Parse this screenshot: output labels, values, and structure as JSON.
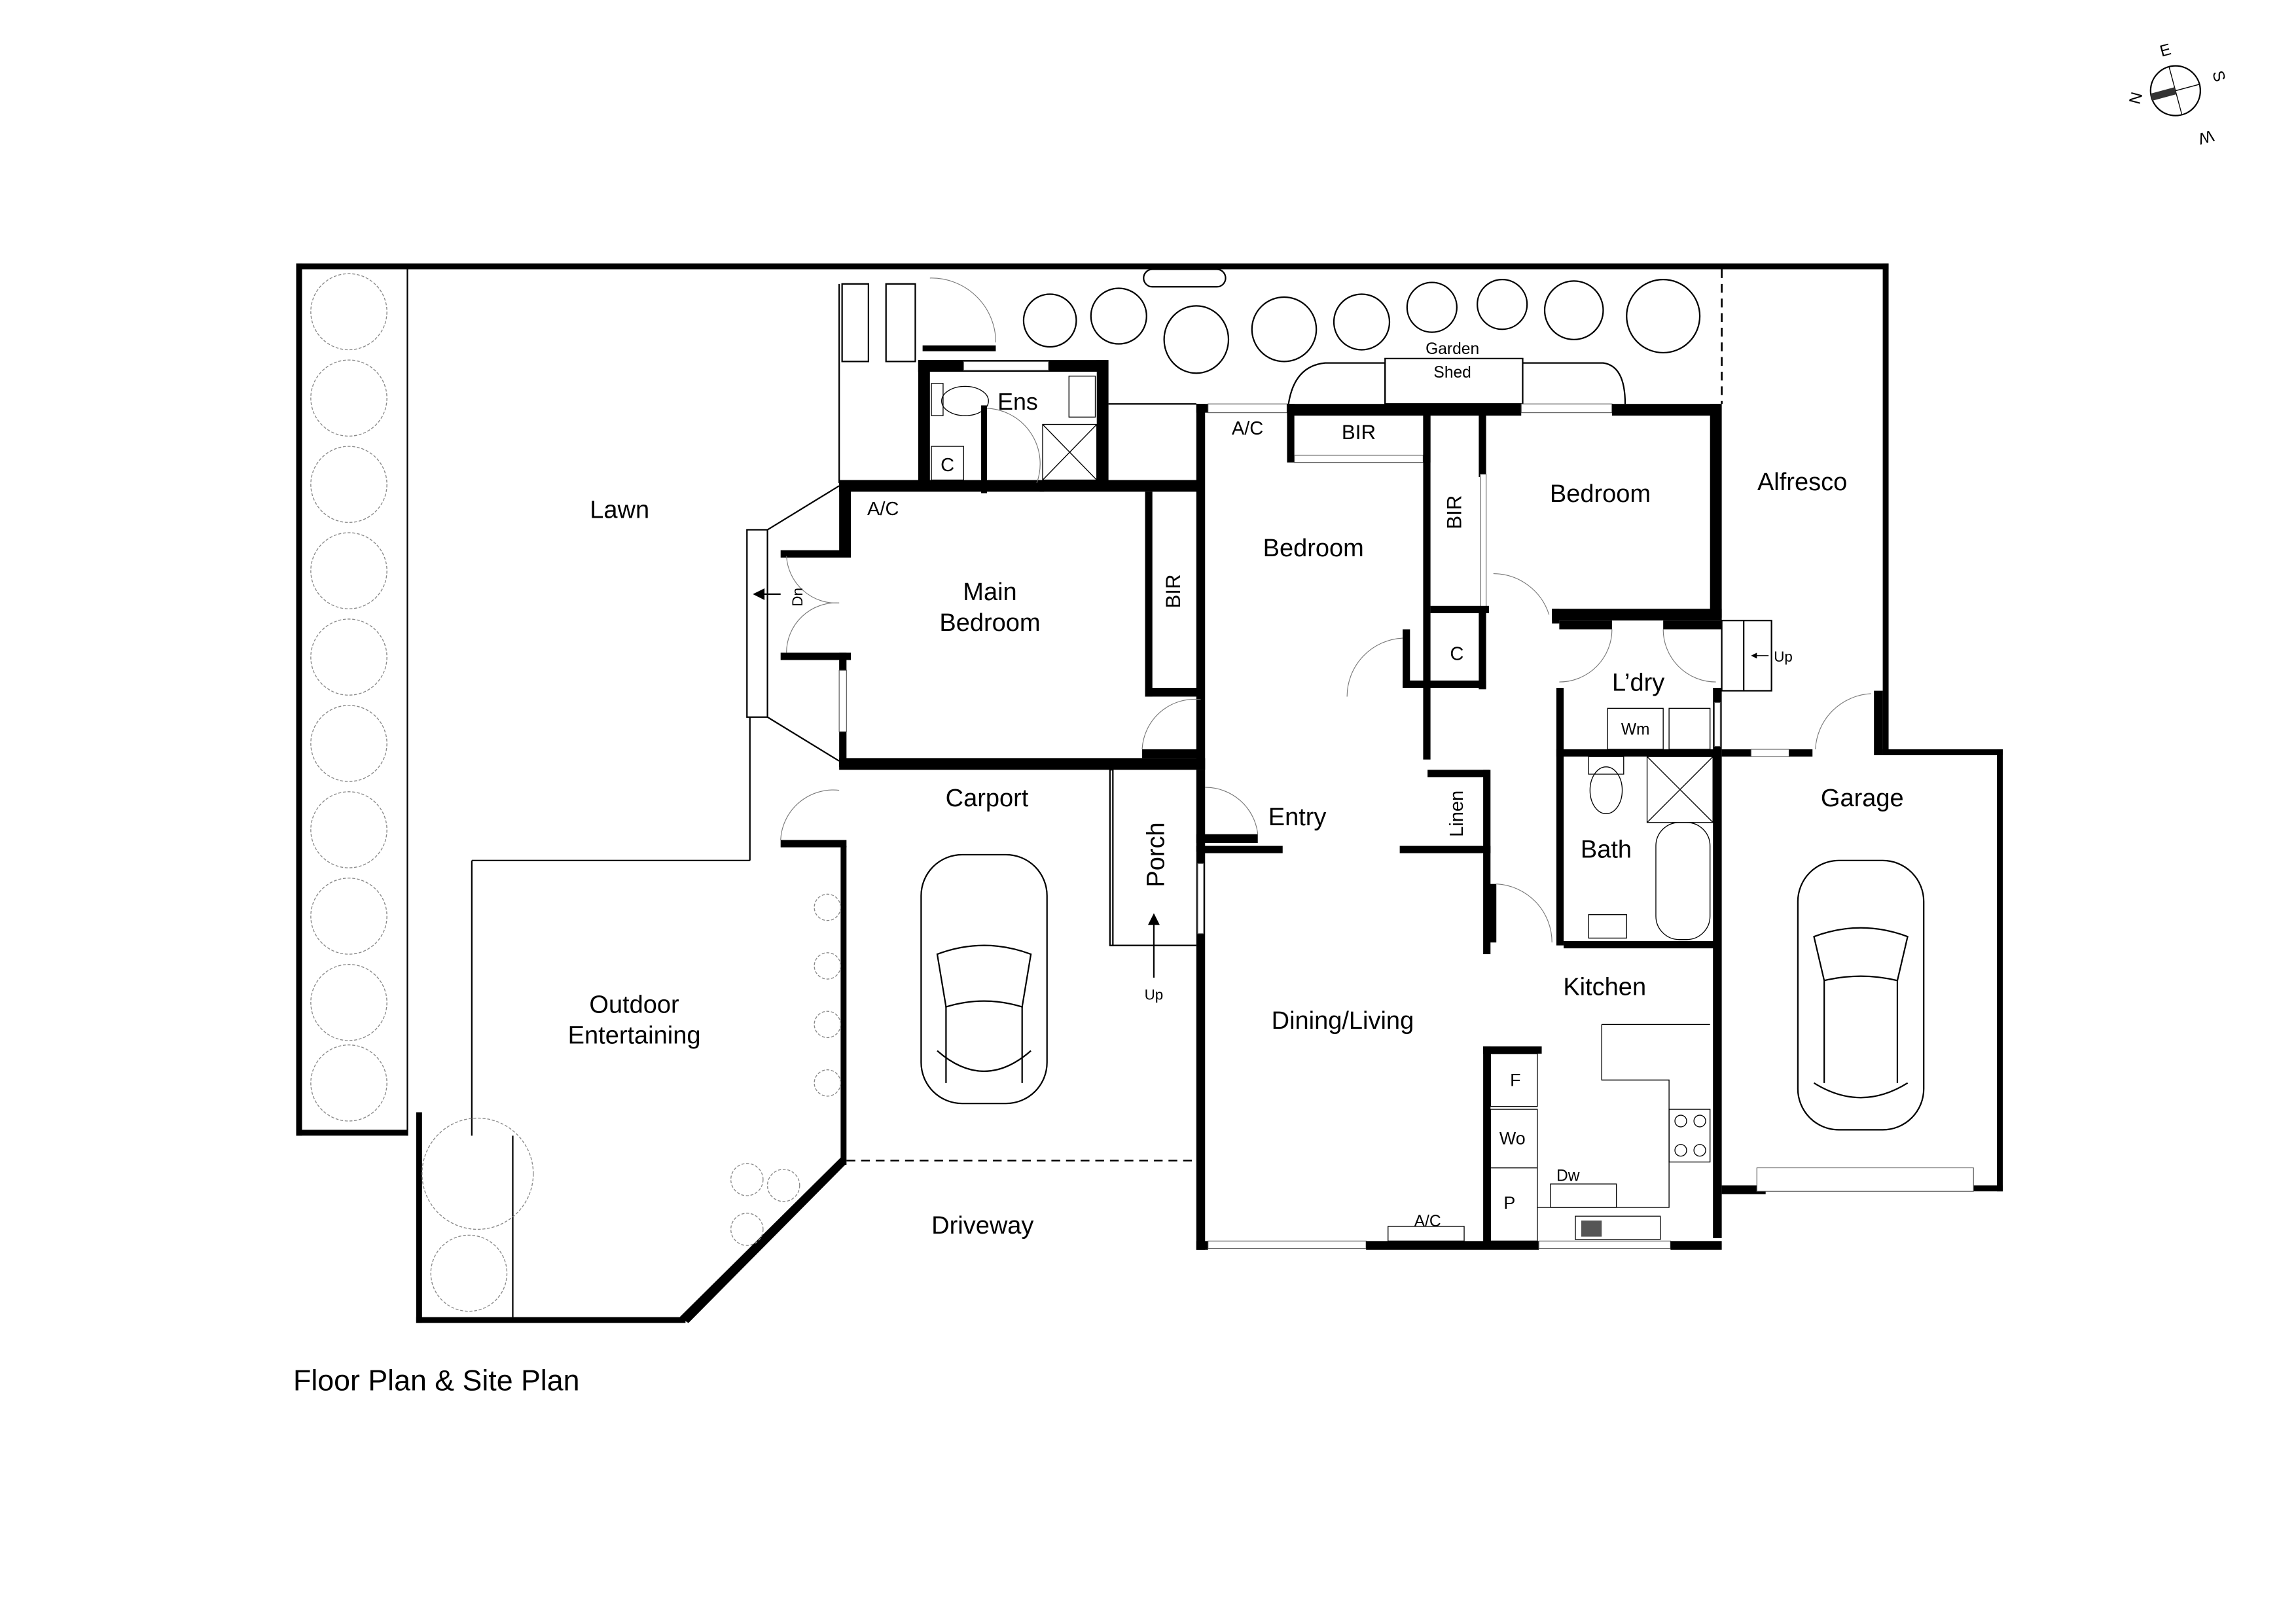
{
  "title": "Floor Plan & Site Plan",
  "compass": {
    "n": "N",
    "s": "S",
    "e": "E",
    "w": "W"
  },
  "rooms": {
    "lawn": "Lawn",
    "ens": "Ens",
    "ens_cupboard": "C",
    "main_bedroom_ac": "A/C",
    "main_bedroom_l1": "Main",
    "main_bedroom_l2": "Bedroom",
    "main_bir": "BIR",
    "bedroom2": "Bedroom",
    "bedroom2_ac": "A/C",
    "bedroom2_bir": "BIR",
    "bedroom3": "Bedroom",
    "bedroom3_bir": "BIR",
    "hall_cupboard": "C",
    "garden_shed_l1": "Garden",
    "garden_shed_l2": "Shed",
    "alfresco": "Alfresco",
    "laundry": "L’dry",
    "washing_machine": "Wm",
    "alfresco_steps": "Up",
    "carport": "Carport",
    "porch": "Porch",
    "porch_steps": "Up",
    "entry": "Entry",
    "linen": "Linen",
    "bath": "Bath",
    "garage": "Garage",
    "kitchen": "Kitchen",
    "dining_living": "Dining/Living",
    "living_ac": "A/C",
    "fridge": "F",
    "wall_oven": "Wo",
    "pantry": "P",
    "dishwasher": "Dw",
    "outdoor_l1": "Outdoor",
    "outdoor_l2": "Entertaining",
    "driveway": "Driveway",
    "deck_steps": "Dn"
  }
}
